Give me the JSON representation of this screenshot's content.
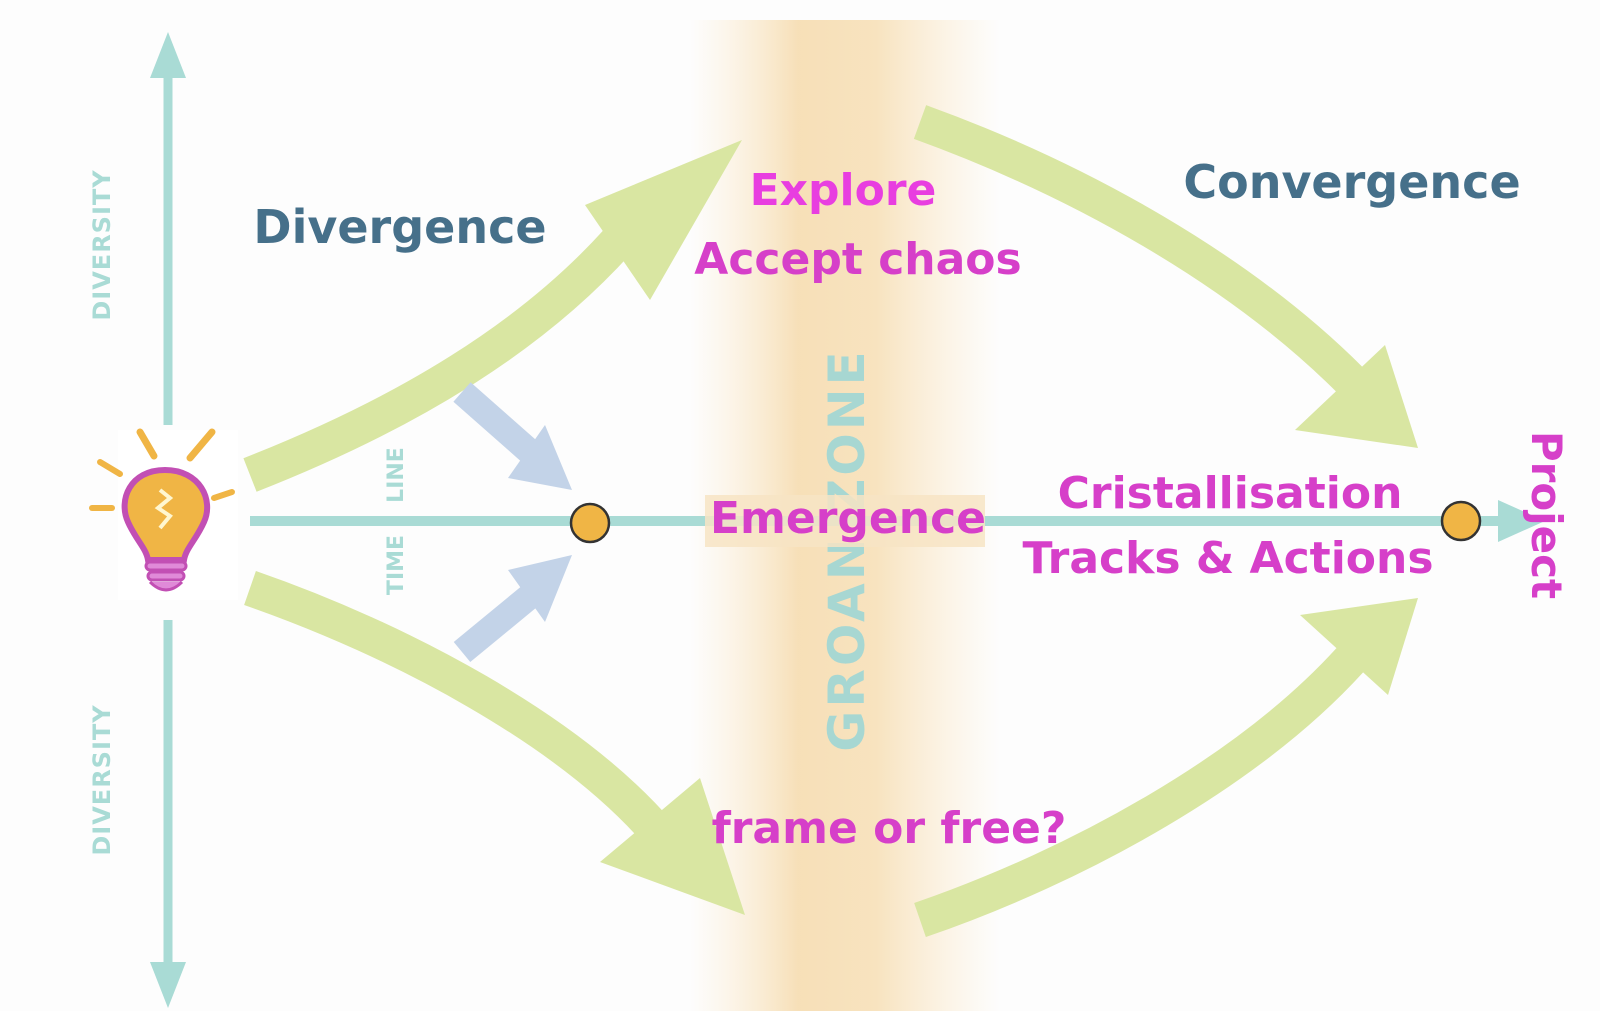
{
  "axes": {
    "diversity_top": "DIVERSITY",
    "diversity_bottom": "DIVERSITY",
    "time": "TIME",
    "line": "LINE"
  },
  "phases": {
    "divergence": "Divergence",
    "convergence": "Convergence"
  },
  "zone": {
    "name": "GROAN ZONE"
  },
  "labels": {
    "explore": "Explore",
    "accept_chaos": "Accept chaos",
    "emergence": "Emergence",
    "frame_or_free": "frame or free?",
    "cristallisation": "Cristallisation",
    "tracks_actions": "Tracks & Actions",
    "project": "Project"
  },
  "colors": {
    "axis": "#a9dbd5",
    "arrow_green": "#d9e6a2",
    "arrow_blue": "#c3d3e8",
    "zone_band": "#f7ddb0",
    "node_fill": "#f0b545",
    "pink_text": "#d63fc9",
    "blue_text": "#46708a"
  },
  "icons": {
    "start": "lightbulb-icon"
  }
}
